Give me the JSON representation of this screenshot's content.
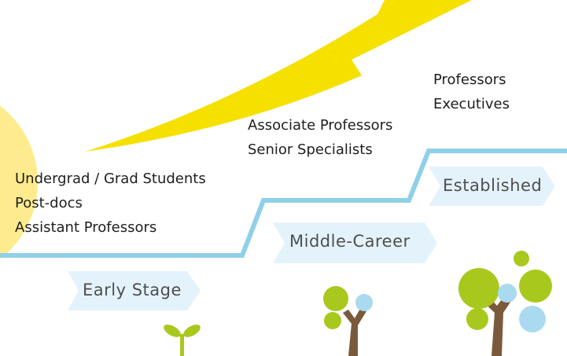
{
  "colors": {
    "sun": "#fdeb8e",
    "arrow": "#f6e000",
    "path_line": "#8fd0e8",
    "banner": "#e4f3fb",
    "leaf_green": "#a8c81e",
    "leaf_blue": "#a9daf0",
    "trunk": "#7a5a3a"
  },
  "groups": {
    "early": [
      "Undergrad / Grad Students",
      "Post-docs",
      "Assistant Professors"
    ],
    "middle": [
      "Associate Professors",
      "Senior Specialists"
    ],
    "established": [
      "Professors",
      "Executives"
    ]
  },
  "stages": {
    "early": "Early Stage",
    "middle": "Middle-Career",
    "established": "Established"
  }
}
